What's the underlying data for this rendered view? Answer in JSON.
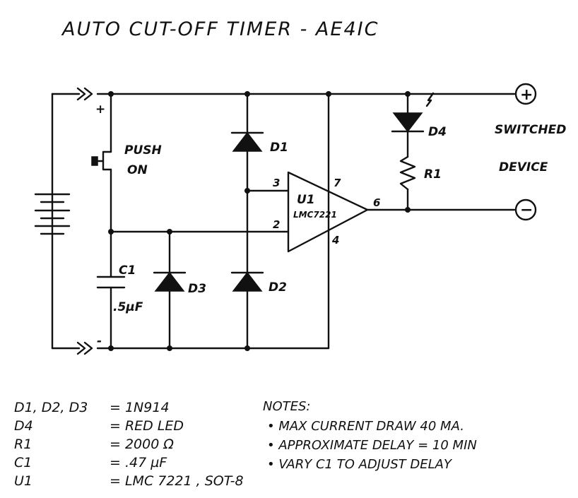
{
  "title": "AUTO CUT-OFF TIMER - AE4IC",
  "labels": {
    "plus_sign": "+",
    "minus_sign": "-",
    "push_on_1": "PUSH",
    "push_on_2": "ON",
    "d1": "D1",
    "d2": "D2",
    "d3": "D3",
    "d4": "D4",
    "r1": "R1",
    "c1": "C1",
    "c1_value": ".5µF",
    "u1": "U1",
    "u1_part": "LMC7221",
    "pin3": "3",
    "pin2": "2",
    "pin7": "7",
    "pin4": "4",
    "pin6": "6",
    "switched_1": "SWITCHED",
    "switched_2": "DEVICE",
    "term_plus": "+",
    "term_minus": "−"
  },
  "bom": [
    {
      "ref": "D1, D2, D3",
      "value": "= 1N914"
    },
    {
      "ref": "D4",
      "value": "= RED LED"
    },
    {
      "ref": "R1",
      "value": "= 2000 Ω"
    },
    {
      "ref": "C1",
      "value": "= .47 µF"
    },
    {
      "ref": "U1",
      "value": "= LMC 7221 , SOT-8"
    }
  ],
  "notes": {
    "heading": "NOTES:",
    "items": [
      "• MAX CURRENT DRAW  40 MA.",
      "• APPROXIMATE DELAY = 10 MIN",
      "• VARY C1 TO ADJUST DELAY"
    ]
  }
}
